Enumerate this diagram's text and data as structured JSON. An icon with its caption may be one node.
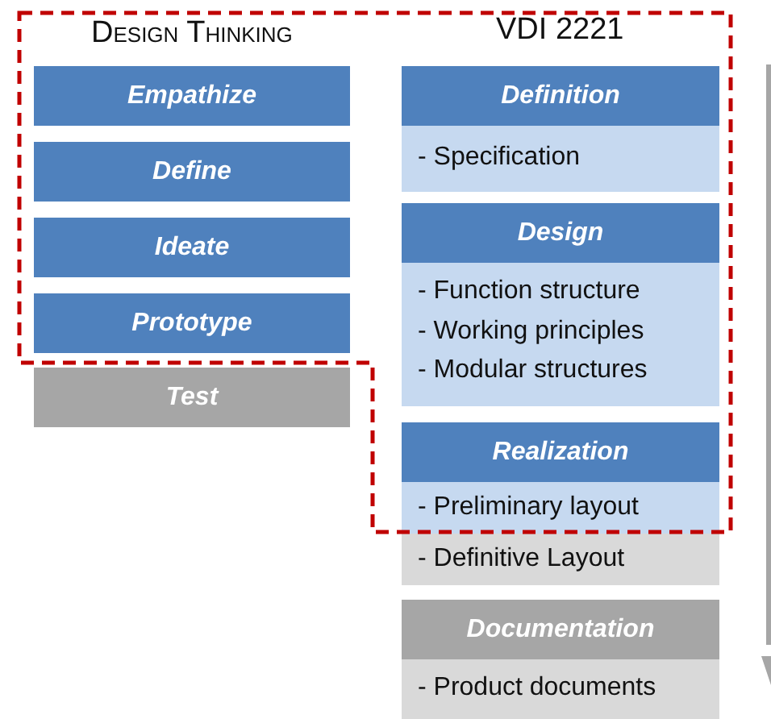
{
  "diagram": {
    "nodes": [
      {
        "text": [
          "Empathize"
        ]
      },
      {
        "text": [
          "Define"
        ]
      },
      {
        "text": [
          "Ideate"
        ]
      },
      {
        "text": [
          "Prototype"
        ]
      },
      {
        "text": [
          "Test"
        ]
      },
      {
        "text": [
          "Definition",
          "- Specification"
        ]
      },
      {
        "text": [
          "Design",
          "- Function structure",
          "- Working principles",
          "- Modular structures"
        ]
      },
      {
        "text": [
          "Realization",
          "- Preliminary layout",
          "- Definitive Layout"
        ]
      },
      {
        "text": [
          "Documentation",
          "- Product documents"
        ]
      }
    ],
    "edges": [],
    "labels": [
      "Design Thinking",
      "VDI 2221"
    ]
  }
}
